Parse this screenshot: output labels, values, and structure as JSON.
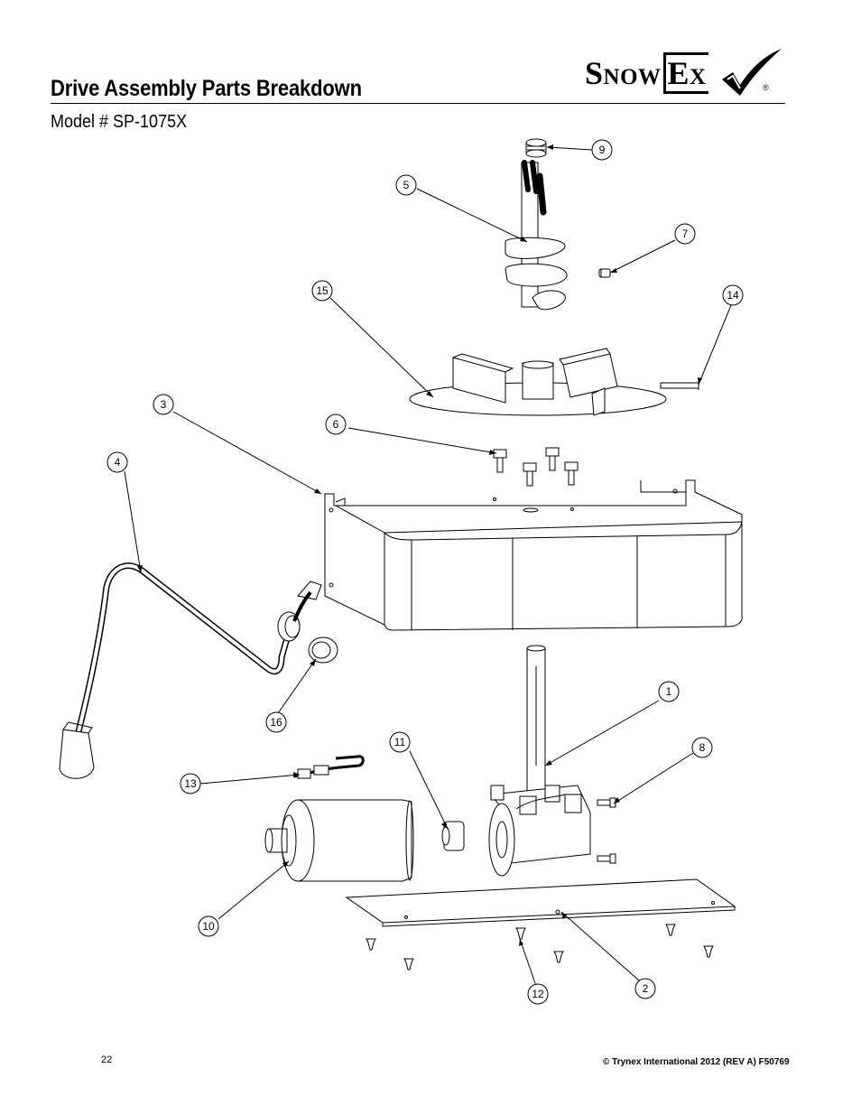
{
  "header": {
    "title": "Drive Assembly Parts Breakdown",
    "model": "Model # SP-1075X"
  },
  "logo": {
    "word_main": "Snow",
    "word_ex": "Ex",
    "reg_mark": "®"
  },
  "callouts": {
    "c1": "1",
    "c2": "2",
    "c3": "3",
    "c4": "4",
    "c5": "5",
    "c6": "6",
    "c7": "7",
    "c8": "8",
    "c9": "9",
    "c10": "10",
    "c11": "11",
    "c12": "12",
    "c13": "13",
    "c14": "14",
    "c15": "15",
    "c16": "16"
  },
  "footer": {
    "page_number": "22",
    "copyright": "© Trynex International 2012  (REV A) F50769"
  }
}
